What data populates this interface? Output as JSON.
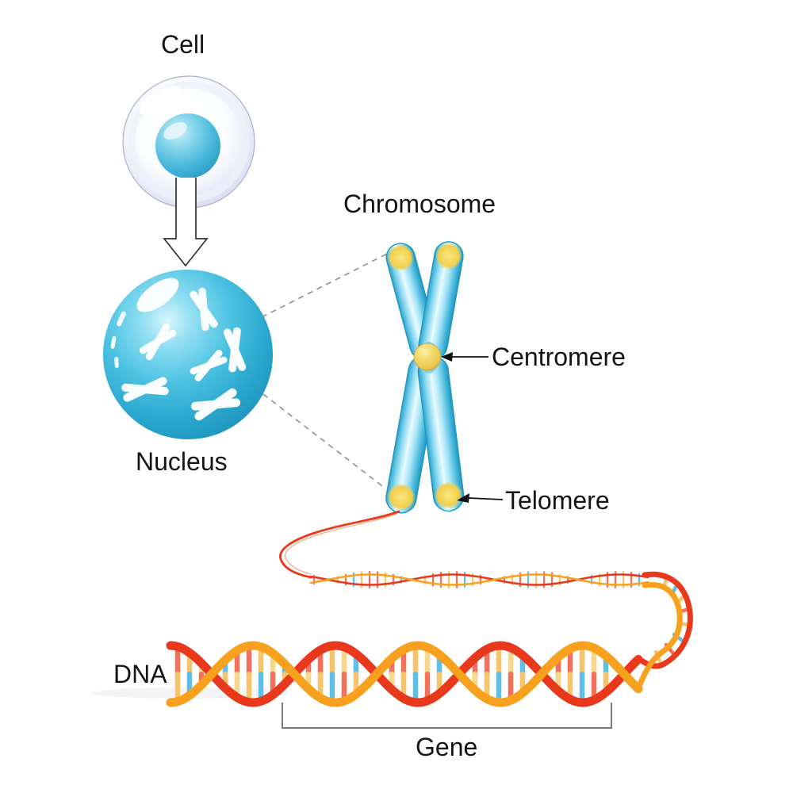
{
  "diagram": {
    "labels": {
      "cell": "Cell",
      "chromosome": "Chromosome",
      "centromere": "Centromere",
      "nucleus": "Nucleus",
      "telomere": "Telomere",
      "dna": "DNA",
      "gene": "Gene"
    },
    "colors": {
      "background": "#ffffff",
      "label_text": "#141414",
      "cell_membrane": "#dfe3f4",
      "nucleus_blue": "#3ab3d8",
      "chromosome_blue": "#7fd4ee",
      "chromosome_edge": "#2196be",
      "telomere_yellow": "#f3d254",
      "centromere_gold": "#eec84e",
      "dna_red": "#e8391c",
      "dna_orange": "#f7a11f",
      "base_pair_yellow": "#f6c46a",
      "base_pair_blue": "#5ec0ea",
      "base_pair_salmon": "#f2705c",
      "base_pair_light": "#f6d88a",
      "guide_line_gray": "#909090",
      "bracket_gray": "#7c7c7c"
    }
  }
}
